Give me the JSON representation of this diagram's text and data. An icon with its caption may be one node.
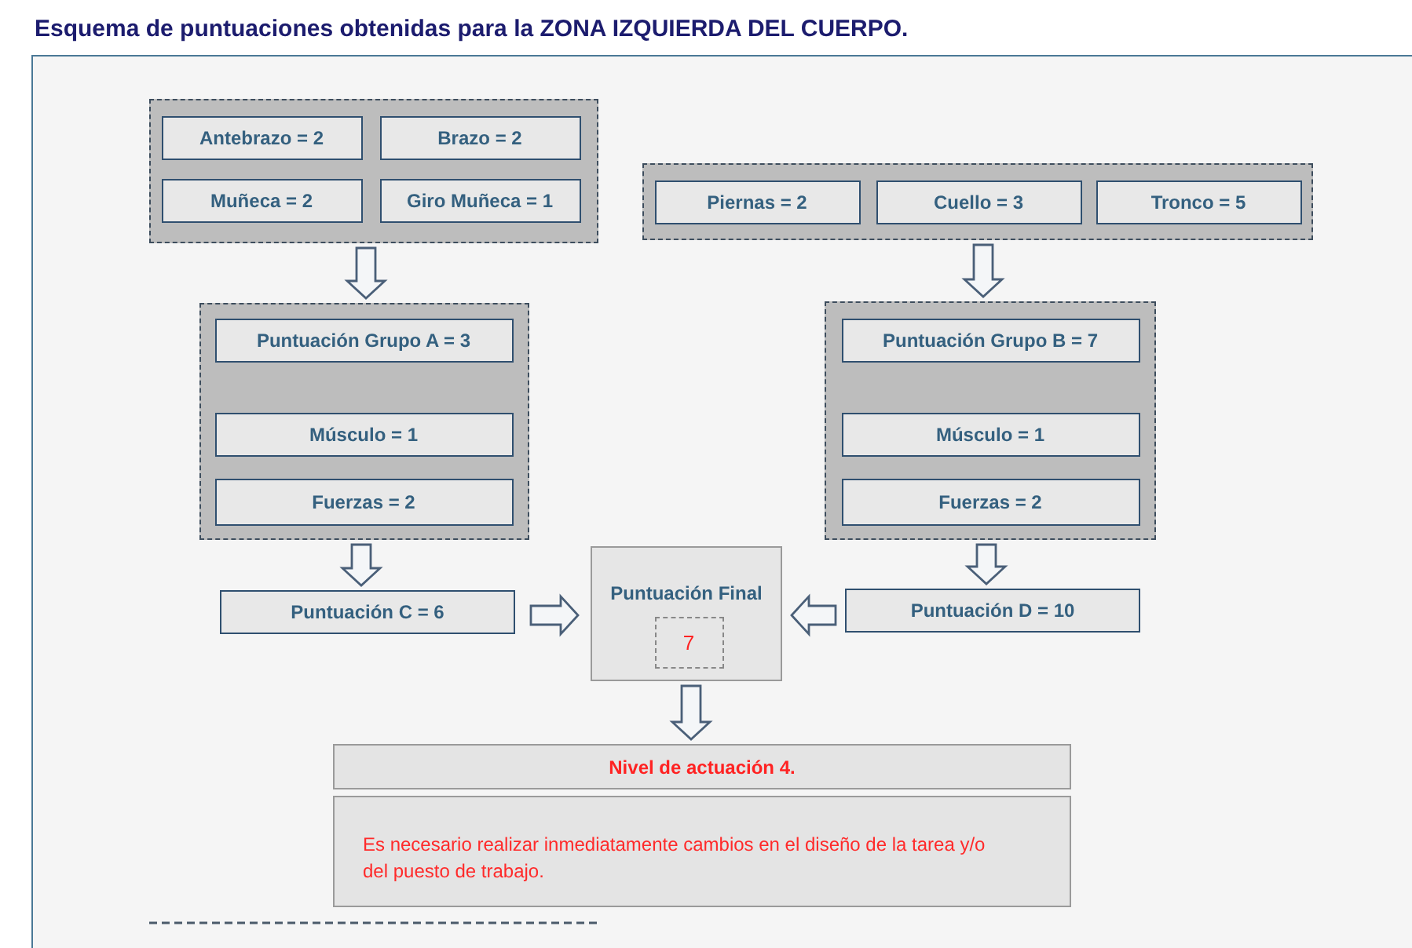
{
  "diagram": {
    "title": "Esquema de puntuaciones obtenidas para la ZONA IZQUIERDA DEL CUERPO.",
    "nodes": [
      {
        "text": [],
        "shape": "box"
      },
      {
        "text": [
          "Antebrazo = 2"
        ],
        "in": 0
      },
      {
        "text": [
          "Brazo = 2"
        ],
        "in": 0
      },
      {
        "text": [
          "Muñeca = 2"
        ],
        "in": 0
      },
      {
        "text": [
          "Giro Muñeca = 1"
        ],
        "in": 0
      },
      {
        "text": [],
        "shape": "box"
      },
      {
        "text": [
          "Piernas = 2"
        ],
        "in": 5
      },
      {
        "text": [
          "Cuello = 3"
        ],
        "in": 5
      },
      {
        "text": [
          "Tronco = 5"
        ],
        "in": 5
      },
      {
        "text": [],
        "shape": "box"
      },
      {
        "text": [
          "Puntuación Grupo A = 3"
        ],
        "in": 9
      },
      {
        "text": [
          "Músculo = 1"
        ],
        "in": 9
      },
      {
        "text": [
          "Fuerzas = 2"
        ],
        "in": 9
      },
      {
        "text": [],
        "shape": "box"
      },
      {
        "text": [
          "Puntuación Grupo B = 7"
        ],
        "in": 13
      },
      {
        "text": [
          "Músculo = 1"
        ],
        "in": 13
      },
      {
        "text": [
          "Fuerzas = 2"
        ],
        "in": 13
      },
      {
        "text": [
          "Puntuación C = 6"
        ]
      },
      {
        "text": [
          "Puntuación Final"
        ]
      },
      {
        "text": [
          "7"
        ],
        "in": 18
      },
      {
        "text": [
          "Puntuación D = 10"
        ]
      },
      {
        "text": [
          "Nivel de actuación 4."
        ]
      },
      {
        "text": [
          "Es necesario realizar inmediatamente cambios en el diseño de la tarea y/o del puesto de trabajo."
        ]
      }
    ],
    "edges": [
      {
        "from": 0,
        "to": 9,
        "arrow": "to"
      },
      {
        "from": 5,
        "to": 13,
        "arrow": "to"
      },
      {
        "from": 9,
        "to": 17,
        "arrow": "to"
      },
      {
        "from": 13,
        "to": 20,
        "arrow": "to"
      },
      {
        "from": 17,
        "to": 18,
        "arrow": "to"
      },
      {
        "from": 20,
        "to": 18,
        "arrow": "to"
      },
      {
        "from": 18,
        "to": 21,
        "arrow": "to"
      }
    ]
  }
}
